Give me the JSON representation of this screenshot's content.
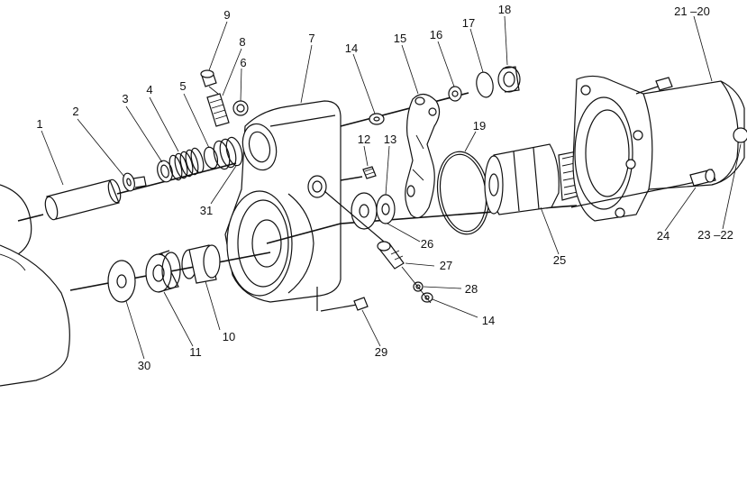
{
  "figure": {
    "callouts": [
      {
        "id": "c1",
        "text": "1"
      },
      {
        "id": "c2",
        "text": "2"
      },
      {
        "id": "c3",
        "text": "3"
      },
      {
        "id": "c4",
        "text": "4"
      },
      {
        "id": "c5",
        "text": "5"
      },
      {
        "id": "c6",
        "text": "6"
      },
      {
        "id": "c7",
        "text": "7"
      },
      {
        "id": "c8",
        "text": "8"
      },
      {
        "id": "c9",
        "text": "9"
      },
      {
        "id": "c10",
        "text": "10"
      },
      {
        "id": "c11",
        "text": "11"
      },
      {
        "id": "c12",
        "text": "12"
      },
      {
        "id": "c13",
        "text": "13"
      },
      {
        "id": "c14a",
        "text": "14"
      },
      {
        "id": "c14b",
        "text": "14"
      },
      {
        "id": "c15",
        "text": "15"
      },
      {
        "id": "c16",
        "text": "16"
      },
      {
        "id": "c17",
        "text": "17"
      },
      {
        "id": "c18",
        "text": "18"
      },
      {
        "id": "c19",
        "text": "19"
      },
      {
        "id": "c2120",
        "text": "21 –20"
      },
      {
        "id": "c2322",
        "text": "23 –22"
      },
      {
        "id": "c24",
        "text": "24"
      },
      {
        "id": "c25",
        "text": "25"
      },
      {
        "id": "c26",
        "text": "26"
      },
      {
        "id": "c27",
        "text": "27"
      },
      {
        "id": "c28",
        "text": "28"
      },
      {
        "id": "c29",
        "text": "29"
      },
      {
        "id": "c30",
        "text": "30"
      },
      {
        "id": "c31",
        "text": "31"
      }
    ]
  }
}
